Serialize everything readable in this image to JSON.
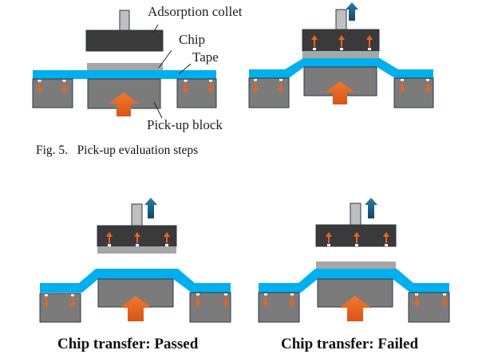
{
  "figure": {
    "caption": "Fig. 5.   Pick-up evaluation steps",
    "labels": {
      "collet": "Adsorption collet",
      "chip": "Chip",
      "tape": "Tape",
      "block": "Pick-up block"
    },
    "results": {
      "passed": "Chip transfer: Passed",
      "failed": "Chip transfer: Failed"
    }
  },
  "colors": {
    "tape": "#00b0ee",
    "chip": "#a6a6a6",
    "collet_head": "#3a3a3a",
    "collet_stem": "#bfbfbf",
    "block": "#7b7b7b",
    "block_border": "#2a3a48",
    "force_arrow": "#e8651e",
    "lift_arrow": "#1b5f86"
  },
  "panels": [
    {
      "id": "step-1",
      "state": "initial",
      "collet_lifting": false,
      "tape_raised": false,
      "chip_on": "tape"
    },
    {
      "id": "step-2",
      "state": "block-raised",
      "collet_lifting": true,
      "tape_raised": true,
      "chip_on": "collet"
    },
    {
      "id": "passed",
      "state": "chip-transferred",
      "collet_lifting": true,
      "tape_raised": true,
      "chip_on": "collet"
    },
    {
      "id": "failed",
      "state": "chip-left-on-tape",
      "collet_lifting": true,
      "tape_raised": true,
      "chip_on": "tape"
    }
  ]
}
